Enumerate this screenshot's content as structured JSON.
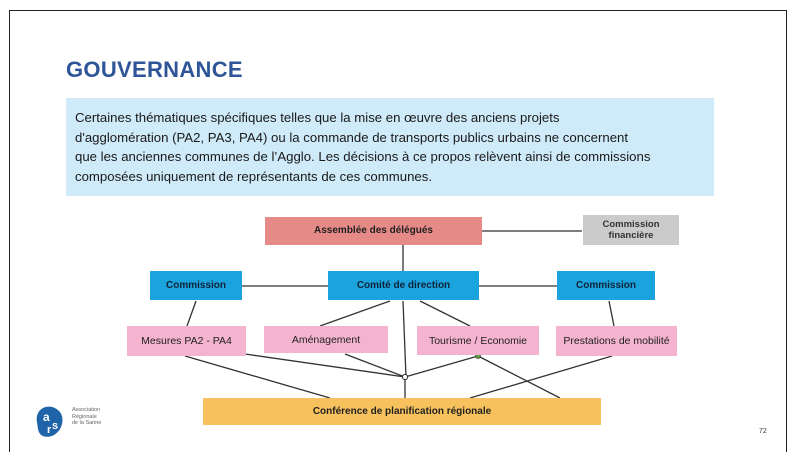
{
  "slide": {
    "title": "GOUVERNANCE",
    "intro_lines": [
      "Certaines thématiques spécifiques telles que la mise en œuvre des anciens projets",
      "d'agglomération (PA2, PA3, PA4) ou la commande de transports publics urbains ne concernent",
      "que les anciennes communes de l’Agglo. Les décisions à ce propos relèvent ainsi de commissions",
      "composées uniquement de représentants de ces communes."
    ],
    "page_number": "72"
  },
  "diagram": {
    "assemblee": "Assemblée des délégués",
    "commission_financiere": "Commission financière",
    "commission_left": "Commission",
    "comite": "Comité de direction",
    "commission_right": "Commission",
    "mesures": "Mesures PA2 - PA4",
    "amenagement": "Aménagement",
    "tourisme": "Tourisme / Economie",
    "prestations": "Prestations de mobilité",
    "conference": "Conférence de planification régionale"
  },
  "logo": {
    "line1": "Association",
    "line2": "Régionale",
    "line3": "de la Sarine",
    "colors": {
      "brand": "#1f63a8"
    }
  },
  "colors": {
    "title": "#2e5597",
    "intro_bg": "#cfeaf9",
    "assemblee": "#e58a86",
    "commission_financiere": "#cbcbcb",
    "blue_boxes": "#1aa3dd",
    "pink_boxes": "#f4b4cf",
    "conference": "#f7c25d"
  }
}
